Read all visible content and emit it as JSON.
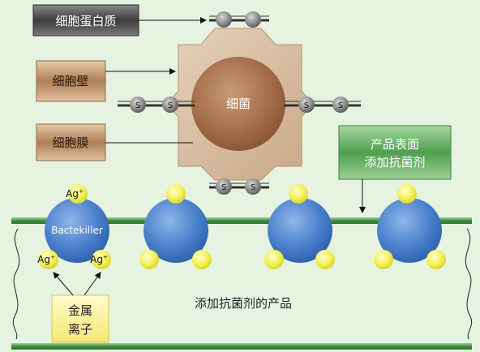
{
  "labels": {
    "protein": "细胞蛋白质",
    "cell_wall": "细胞壁",
    "membrane": "细胞膜",
    "bacteria": "细菌",
    "surface_antibacterial": [
      "产品表面",
      "添加抗菌剂"
    ],
    "bactekiller": "Bactekiller",
    "metal_ion": [
      "金属",
      "离子"
    ],
    "product": "添加抗菌剂的产品"
  },
  "symbols": {
    "sulfur": "S",
    "silver": "Ag",
    "silver_charge": "+"
  },
  "colors": {
    "background": "#e6f3e1",
    "protein_box": "#555555",
    "wall_box": "#b98f6a",
    "green_box": "#6db36d",
    "metal_box": "#fbf5a0",
    "bacteria_core": "#a86f4b",
    "cell_wall_shape": "#dcc3a8",
    "blue_sphere": "#3f79c8",
    "yellow_ion": "#f1ef55",
    "green_line": "#4a9a4a"
  }
}
